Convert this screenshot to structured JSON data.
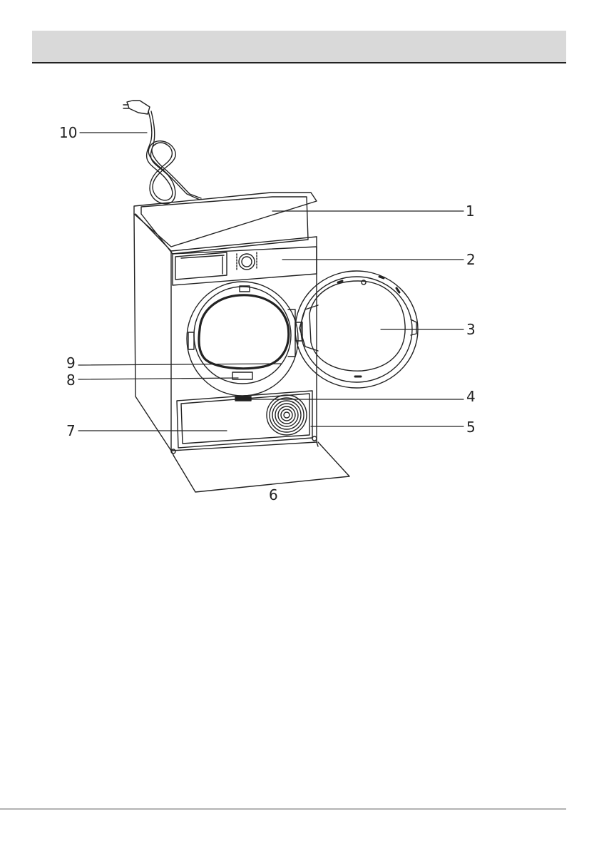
{
  "header": {
    "title": ""
  },
  "diagram": {
    "callouts": [
      {
        "id": "c1",
        "number": "1"
      },
      {
        "id": "c2",
        "number": "2"
      },
      {
        "id": "c3",
        "number": "3"
      },
      {
        "id": "c4",
        "number": "4"
      },
      {
        "id": "c5",
        "number": "5"
      },
      {
        "id": "c6",
        "number": "6"
      },
      {
        "id": "c7",
        "number": "7"
      },
      {
        "id": "c8",
        "number": "8"
      },
      {
        "id": "c9",
        "number": "9"
      },
      {
        "id": "c10",
        "number": "10"
      }
    ]
  },
  "colors": {
    "header_bg": "#d9d9d9",
    "line": "#222222"
  }
}
